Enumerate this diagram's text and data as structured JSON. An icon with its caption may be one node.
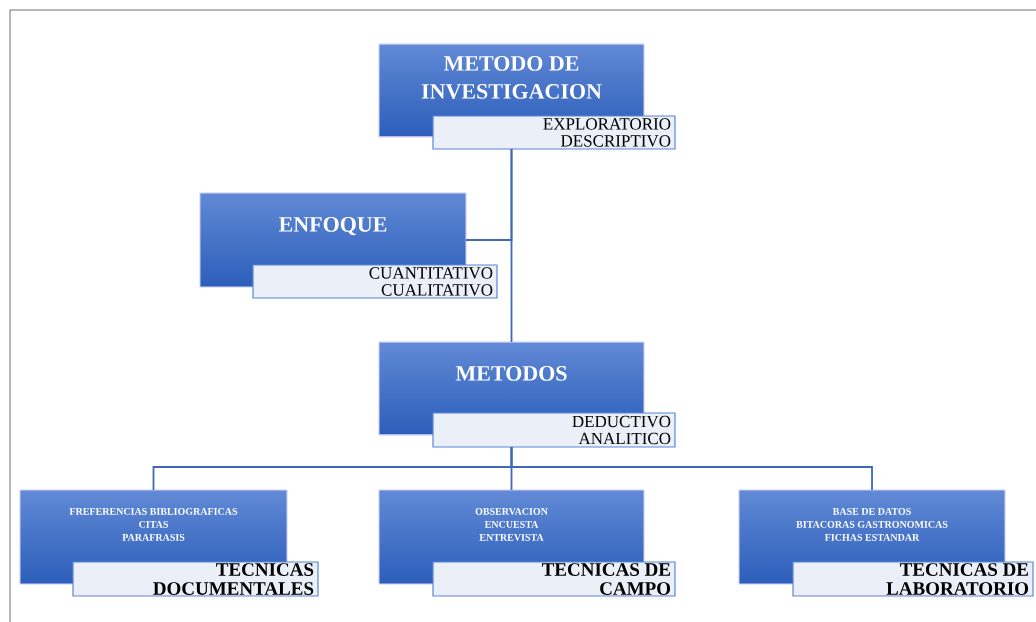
{
  "diagram": {
    "nodes": [
      {
        "text": [
          "METODO DE INVESTIGACION"
        ]
      },
      {
        "text": [
          "EXPLORATORIO DESCRIPTIVO"
        ]
      },
      {
        "text": [
          "ENFOQUE"
        ]
      },
      {
        "text": [
          "CUANTITATIVO CUALITATIVO"
        ]
      },
      {
        "text": [
          "METODOS"
        ]
      },
      {
        "text": [
          "DEDUCTIVO ANALITICO"
        ]
      },
      {
        "text": [
          "FREFERENCIAS BIBLIOGRAFICAS",
          "CITAS",
          "PARAFRASIS"
        ]
      },
      {
        "text": [
          "TECNICAS DOCUMENTALES"
        ]
      },
      {
        "text": [
          "OBSERVACION",
          "ENCUESTA",
          "ENTREVISTA"
        ]
      },
      {
        "text": [
          "TECNICAS DE CAMPO"
        ]
      },
      {
        "text": [
          "BASE DE DATOS",
          "BITACORAS GASTRONOMICAS",
          "FICHAS ESTANDAR"
        ]
      },
      {
        "text": [
          "TECNICAS DE LABORATORIO"
        ]
      }
    ],
    "edges": [
      {
        "from": 1,
        "to": 2,
        "arrow": "none"
      },
      {
        "from": 1,
        "to": 4,
        "arrow": "none"
      },
      {
        "from": 5,
        "to": 6,
        "arrow": "none"
      },
      {
        "from": 5,
        "to": 8,
        "arrow": "none"
      },
      {
        "from": 5,
        "to": 10,
        "arrow": "none"
      }
    ]
  }
}
